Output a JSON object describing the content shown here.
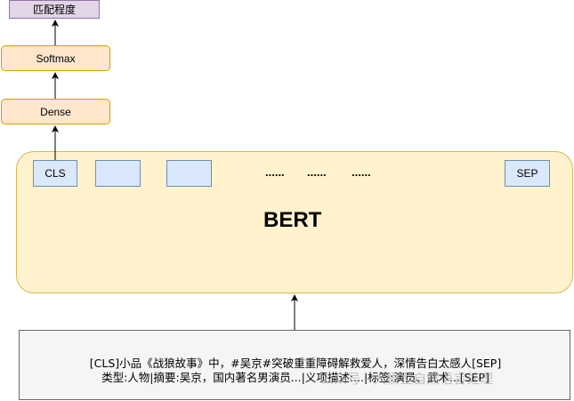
{
  "nodes": {
    "match_degree": "匹配程度",
    "softmax": "Softmax",
    "dense": "Dense",
    "bert": "BERT",
    "tokens": {
      "cls": "CLS",
      "sep": "SEP",
      "dots_1": "......",
      "dots_2": "......",
      "dots_3": "......"
    }
  },
  "input": {
    "line1": "[CLS]小品《战狼故事》中，#吴京#突破重重障碍解救爱人，深情告白太感人[SEP]",
    "line2": "类型:人物|摘要:吴京，国内著名男演员...|义项描述:...|标签:演员、武术...[SEP]"
  },
  "watermark": "公众号 · 大模型自然语言处理",
  "colors": {
    "purple_fill": "#e1d5e7",
    "orange_fill": "#ffe6cc",
    "bert_fill": "#fff2cc",
    "token_fill": "#dae8fc",
    "input_fill": "#f5f5f5"
  }
}
